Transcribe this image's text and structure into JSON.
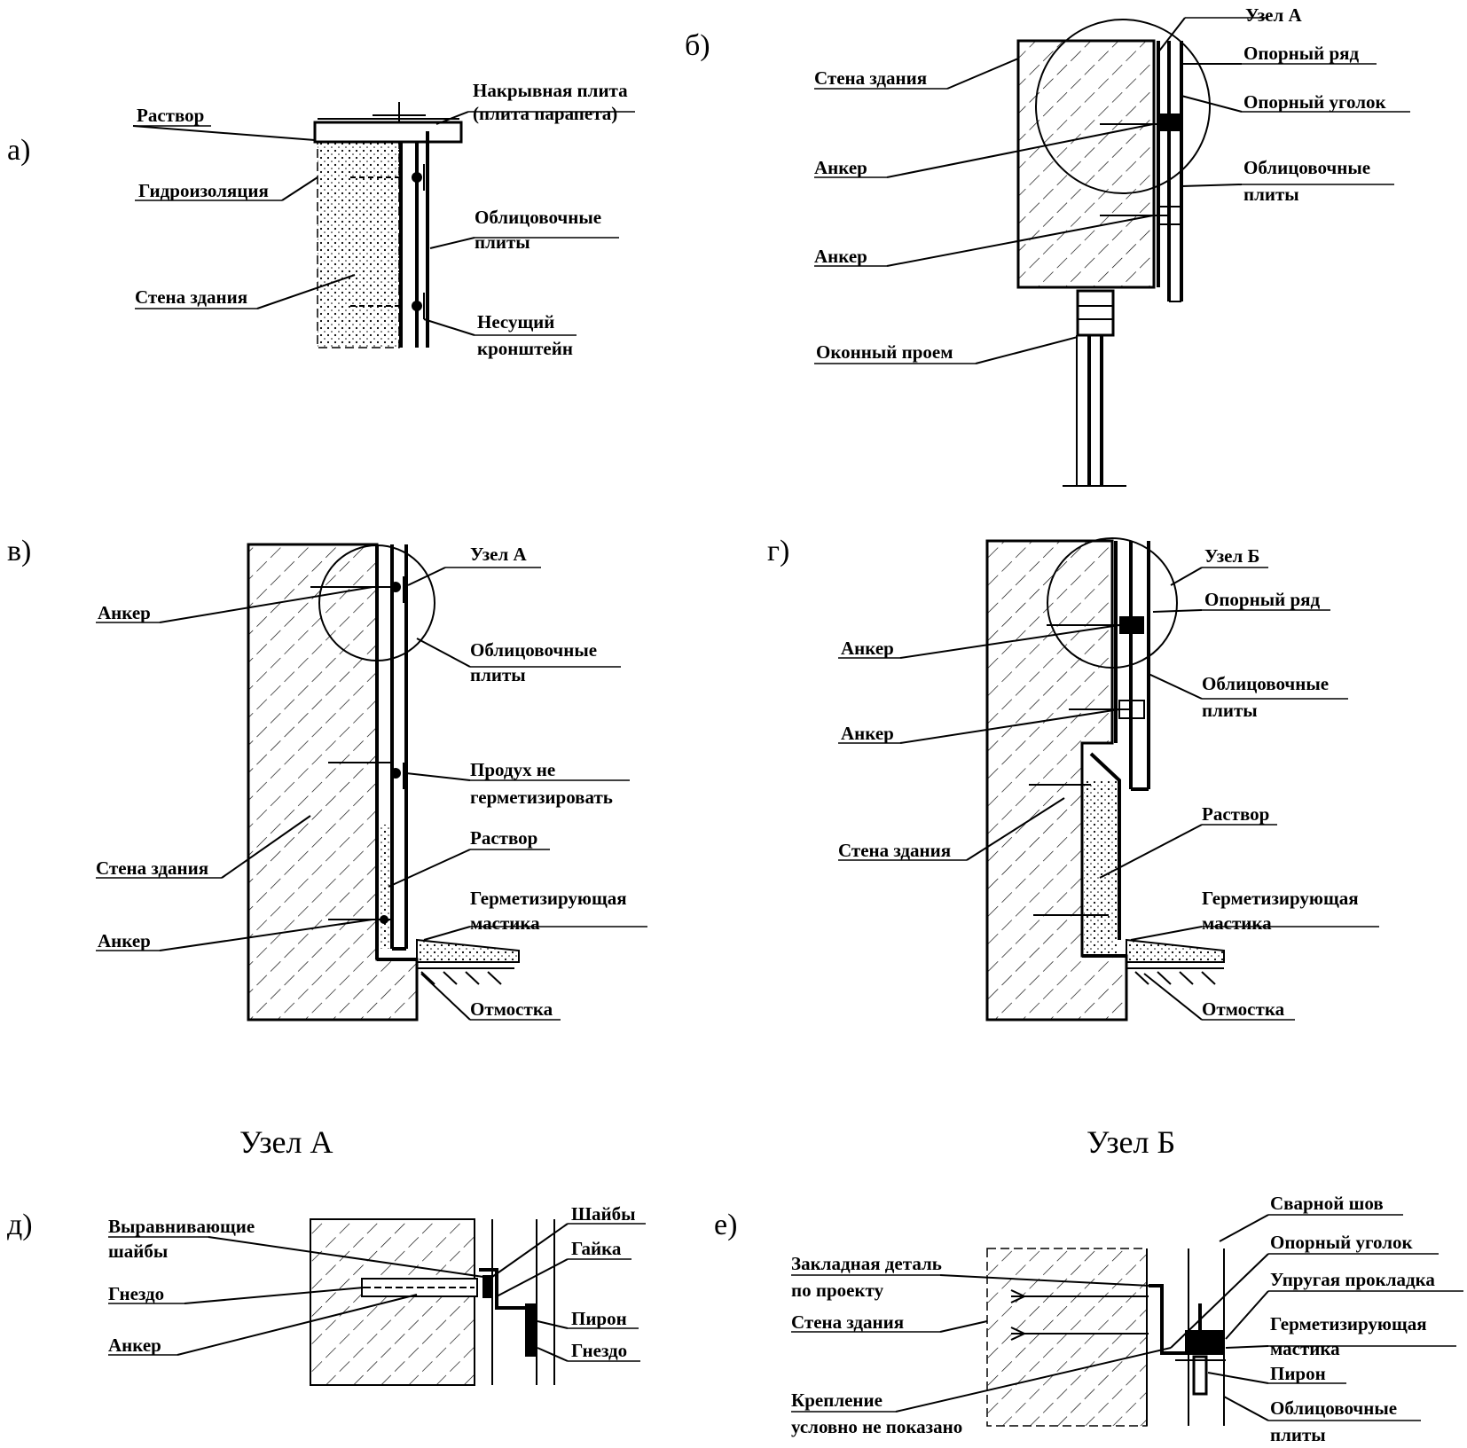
{
  "panels": {
    "a": "а)",
    "b": "б)",
    "v": "в)",
    "g": "г)",
    "d": "д)",
    "e": "е)"
  },
  "nodes": {
    "a": "Узел А",
    "b": "Узел Б"
  },
  "a": {
    "rastvor": "Раствор",
    "plita_1": "Накрывная плита",
    "plita_2": "(плита парапета)",
    "gidro": "Гидроизоляция",
    "oblic_1": "Облицовочные",
    "oblic_2": "плиты",
    "stena": "Стена здания",
    "nes_1": "Несущий",
    "nes_2": "кронштейн"
  },
  "b": {
    "uzel": "Узел А",
    "stena": "Стена здания",
    "opor_ryad": "Опорный ряд",
    "opor_ugolok": "Опорный уголок",
    "anker1": "Анкер",
    "oblic_1": "Облицовочные",
    "oblic_2": "плиты",
    "anker2": "Анкер",
    "okno": "Оконный проем"
  },
  "v": {
    "uzel": "Узел А",
    "anker1": "Анкер",
    "oblic_1": "Облицовочные",
    "oblic_2": "плиты",
    "produh_1": "Продух не",
    "produh_2": "герметизировать",
    "rastvor": "Раствор",
    "stena": "Стена здания",
    "germ_1": "Герметизирующая",
    "germ_2": "мастика",
    "anker2": "Анкер",
    "otmostka": "Отмостка"
  },
  "g": {
    "uzel": "Узел Б",
    "opor_ryad": "Опорный ряд",
    "anker1": "Анкер",
    "oblic_1": "Облицовочные",
    "oblic_2": "плиты",
    "anker2": "Анкер",
    "rastvor": "Раствор",
    "stena": "Стена здания",
    "germ_1": "Герметизирующая",
    "germ_2": "мастика",
    "otmostka": "Отмостка"
  },
  "d": {
    "vyr_1": "Выравнивающие",
    "vyr_2": "шайбы",
    "gnezdo1": "Гнездо",
    "anker": "Анкер",
    "shaiby": "Шайбы",
    "gaika": "Гайка",
    "piron": "Пирон",
    "gnezdo2": "Гнездо"
  },
  "e": {
    "svar": "Сварной шов",
    "zakl_1": "Закладная деталь",
    "zakl_2": "по проекту",
    "opor_ugolok": "Опорный уголок",
    "uprug": "Упругая прокладка",
    "stena": "Стена здания",
    "germ_1": "Герметизирующая",
    "germ_2": "мастика",
    "piron": "Пирон",
    "kreplenie_1": "Крепление",
    "kreplenie_2": "условно не показано",
    "oblic_1": "Облицовочные",
    "oblic_2": "плиты"
  }
}
